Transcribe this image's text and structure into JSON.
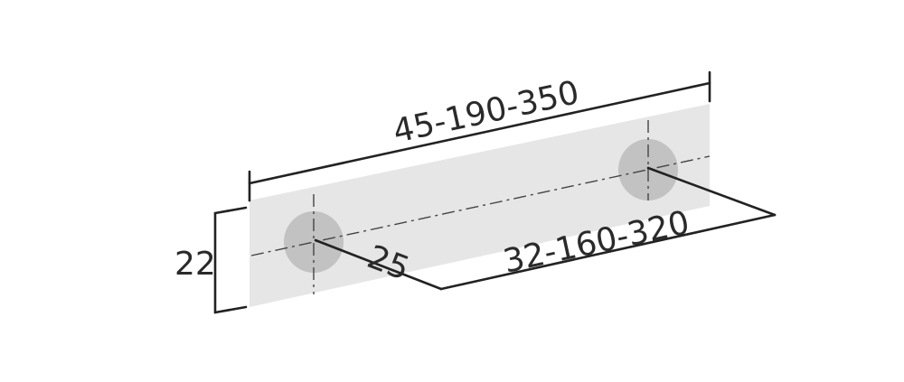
{
  "dimensions": {
    "overall_length": "45-190-350",
    "hole_spacing": "32-160-320",
    "height": "22",
    "depth": "25"
  },
  "colors": {
    "plate": "#e6e6e6",
    "hole": "#c2c2c2",
    "ink": "#222222"
  }
}
